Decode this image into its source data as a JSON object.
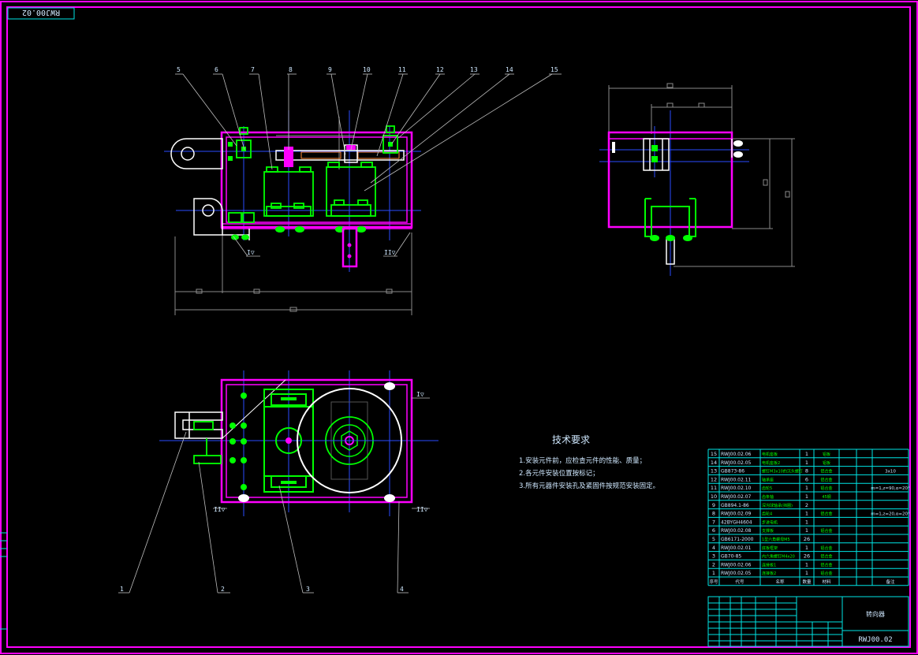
{
  "drawing": {
    "code_corner": "RWJ00.02",
    "code_block": "RWJ00.02",
    "name_block": "转向器",
    "balloons": [
      "1",
      "2",
      "3",
      "4",
      "5",
      "6",
      "7",
      "8",
      "9",
      "10",
      "11",
      "12",
      "13",
      "14",
      "15"
    ],
    "section_marks": [
      "I▽",
      "II▽",
      "I▽",
      "II▽"
    ]
  },
  "tech_requirements": {
    "title": "技术要求",
    "lines": [
      "1.安装元件前，应检查元件的性能、质量；",
      "2.各元件安装位置按标记；",
      "3.所有元器件安装孔及紧固件按规范安装固定。"
    ]
  },
  "bom": {
    "headers": [
      "序号",
      "代号",
      "名称",
      "数量",
      "材料",
      "",
      "备注"
    ],
    "rows": [
      {
        "no": "15",
        "code": "RWJ00.02.06",
        "name": "电机座板",
        "qty": "1",
        "mat": "铝板",
        "note": ""
      },
      {
        "no": "14",
        "code": "RWJ00.02.05",
        "name": "电机座板2",
        "qty": "1",
        "mat": "铝板",
        "note": ""
      },
      {
        "no": "13",
        "code": "GB873-86",
        "name": "螺钉M3x10的沉头螺钉",
        "qty": "8",
        "mat": "铝合金",
        "note": "3x10"
      },
      {
        "no": "12",
        "code": "RWJ00.02.11",
        "name": "轴承座",
        "qty": "6",
        "mat": "铝合金",
        "note": ""
      },
      {
        "no": "11",
        "code": "RWJ00.02.10",
        "name": "齿轮5",
        "qty": "1",
        "mat": "铝合金",
        "note": "m=1,z=90,α=20°"
      },
      {
        "no": "10",
        "code": "RWJ00.02.07",
        "name": "齿条轴",
        "qty": "1",
        "mat": "45钢",
        "note": ""
      },
      {
        "no": "9",
        "code": "GB894.1-86",
        "name": "深沟球轴承(挡圈)",
        "qty": "2",
        "mat": "",
        "note": ""
      },
      {
        "no": "8",
        "code": "RWJ00.02.09",
        "name": "齿轮4",
        "qty": "1",
        "mat": "铝合金",
        "note": "m=1,z=20,α=20°"
      },
      {
        "no": "7",
        "code": "42BYGH4604",
        "name": "步进电机",
        "qty": "1",
        "mat": "",
        "note": ""
      },
      {
        "no": "6",
        "code": "RWJ00.02.08",
        "name": "支撑板",
        "qty": "1",
        "mat": "铝合金",
        "note": ""
      },
      {
        "no": "5",
        "code": "GB6171-2000",
        "name": "1型六角螺母M5",
        "qty": "26",
        "mat": "",
        "note": ""
      },
      {
        "no": "4",
        "code": "RWJ00.02.01",
        "name": "底板框架",
        "qty": "1",
        "mat": "铝合金",
        "note": ""
      },
      {
        "no": "3",
        "code": "GB70-85",
        "name": "内六角螺钉M4x20",
        "qty": "26",
        "mat": "铝合金",
        "note": ""
      },
      {
        "no": "2",
        "code": "RWJ00.02.06",
        "name": "连接板1",
        "qty": "1",
        "mat": "铝合金",
        "note": ""
      },
      {
        "no": "1",
        "code": "RWJ00.02.05",
        "name": "连接板2",
        "qty": "1",
        "mat": "铝合金",
        "note": ""
      }
    ]
  },
  "colors": {
    "frame": "#ff00ff",
    "part": "#00ff00",
    "line": "#ffffff",
    "center": "#2a4cff",
    "dim": "#8a8a8a",
    "leader": "#bdbdbd",
    "table": "#00e5e5"
  }
}
